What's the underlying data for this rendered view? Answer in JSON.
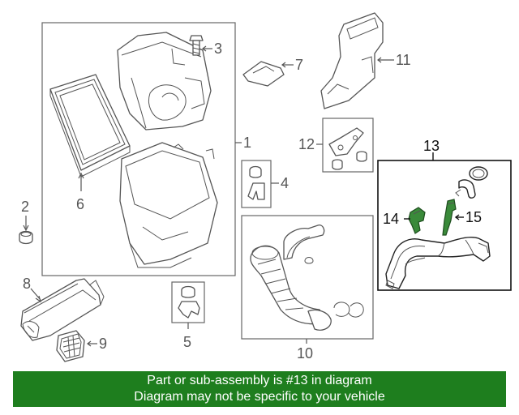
{
  "colors": {
    "banner_bg": "#1e7e1e",
    "banner_text": "#ffffff",
    "highlight_part": "#3a8a3a",
    "line_art": "#555555"
  },
  "callouts": {
    "c1": "1",
    "c2": "2",
    "c3": "3",
    "c4": "4",
    "c5": "5",
    "c6": "6",
    "c7": "7",
    "c8": "8",
    "c9": "9",
    "c10": "10",
    "c11": "11",
    "c12": "12",
    "c13": "13",
    "c14": "14",
    "c15": "15"
  },
  "banner": {
    "line1": "Part or sub-assembly is #13 in diagram",
    "line2": "Diagram may not be specific to your vehicle"
  }
}
